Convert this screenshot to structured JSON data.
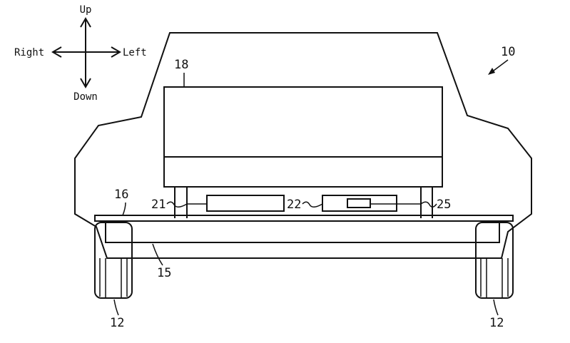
{
  "compass": {
    "up": "Up",
    "down": "Down",
    "right": "Right",
    "left": "Left"
  },
  "labels": {
    "vehicle": "10",
    "wheel_left": "12",
    "wheel_right": "12",
    "frame": "15",
    "floor": "16",
    "battery": "18",
    "unit_21": "21",
    "unit_22": "22",
    "unit_25": "25"
  }
}
